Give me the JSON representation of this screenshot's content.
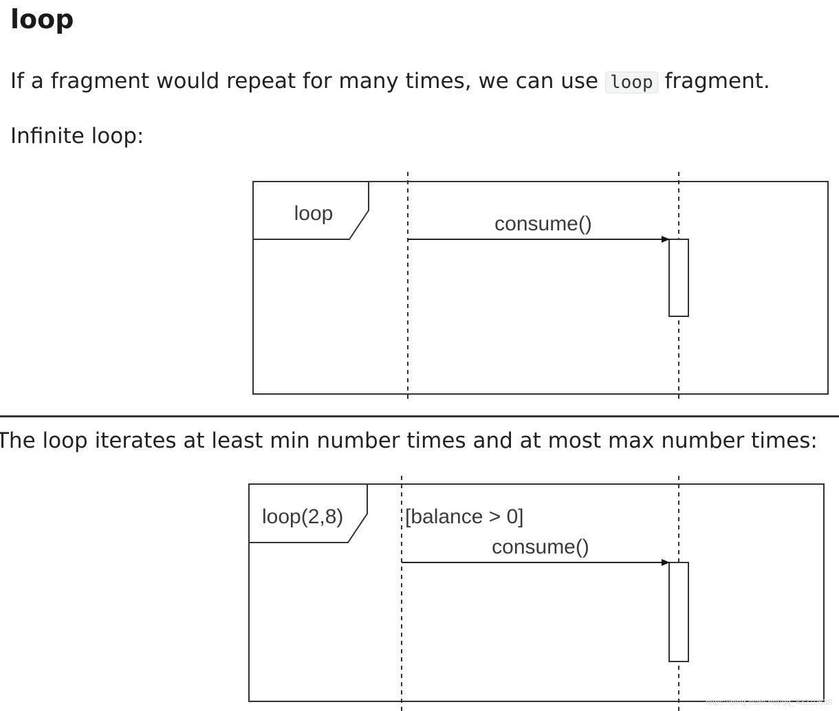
{
  "heading": "loop",
  "intro": {
    "before": "If a fragment would repeat for many times, we can use ",
    "code": "loop",
    "after": " fragment."
  },
  "infinite_label": "Infinite loop:",
  "minmax_label": "The loop iterates at least min number times and at most max number times:",
  "diagram1": {
    "operator": "loop",
    "message": "consume()"
  },
  "diagram2": {
    "operator": "loop(2,8)",
    "guard": "[balance > 0]",
    "message": "consume()"
  },
  "watermark": "https://blog.csdn.net/qq_43210538"
}
